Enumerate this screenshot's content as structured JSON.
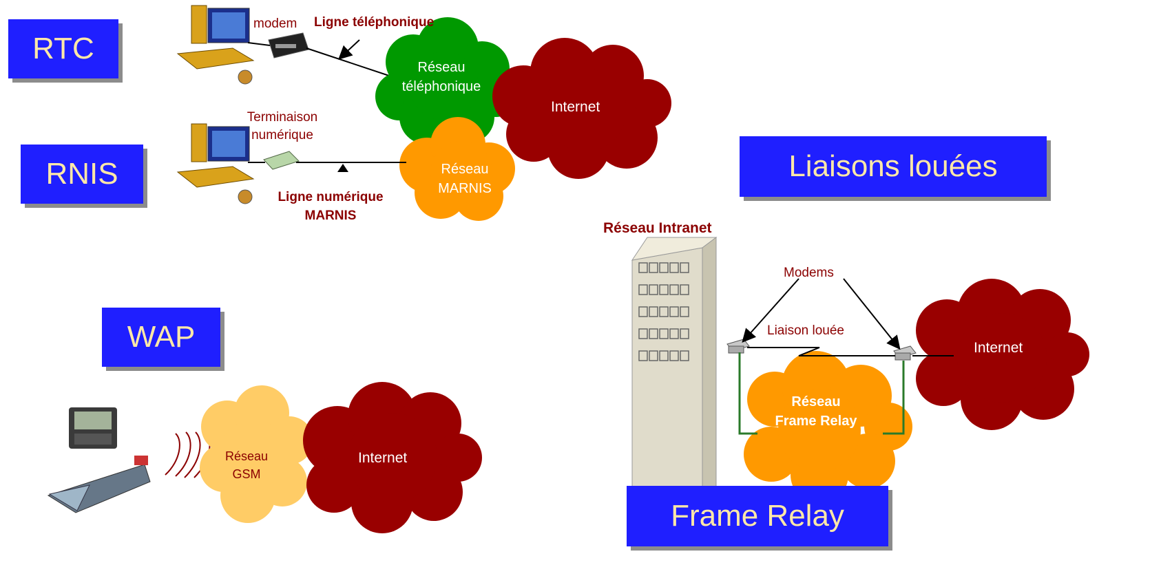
{
  "title_boxes": {
    "rtc": "RTC",
    "rnis": "RNIS",
    "wap": "WAP",
    "leased": "Liaisons louées",
    "frame_relay": "Frame Relay"
  },
  "rtc": {
    "modem": "modem",
    "line": "Ligne téléphonique",
    "network_line1": "Réseau",
    "network_line2": "téléphonique",
    "internet": "Internet"
  },
  "rnis": {
    "terminal_line1": "Terminaison",
    "terminal_line2": "numérique",
    "line_line1": "Ligne numérique",
    "line_line2": "MARNIS",
    "network_line1": "Réseau",
    "network_line2": "MARNIS"
  },
  "wap": {
    "network_line1": "Réseau",
    "network_line2": "GSM",
    "internet": "Internet"
  },
  "leased": {
    "intranet": "Réseau Intranet",
    "modems": "Modems",
    "link": "Liaison louée",
    "internet": "Internet",
    "fr_line1": "Réseau",
    "fr_line2": "Frame Relay"
  },
  "colors": {
    "box_blue": "#1f1fff",
    "box_text": "#ffe8a8",
    "internet_cloud": "#990000",
    "phone_cloud": "#009900",
    "marnis_cloud": "#ff9900",
    "gsm_cloud": "#ffcc66",
    "frame_relay_cloud": "#ff9900",
    "label_red": "#8b0000"
  },
  "icons": [
    "computer-icon",
    "modem-icon",
    "digital-terminal-icon",
    "building-icon",
    "pda-icon",
    "mobile-phone-icon",
    "radio-waves-icon"
  ]
}
